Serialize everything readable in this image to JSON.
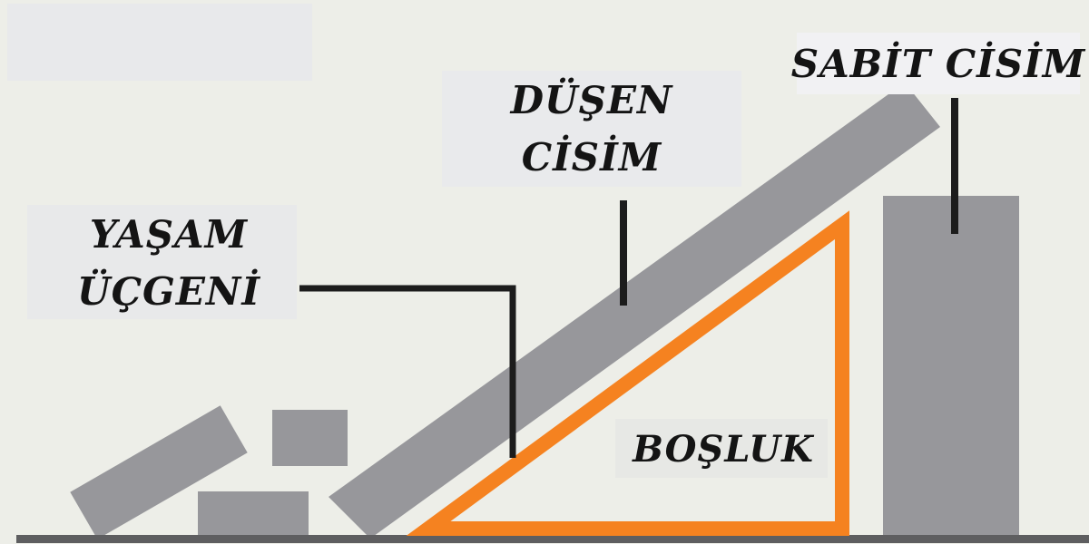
{
  "diagram": {
    "title_concept": "Yaşam Üçgeni (Triangle of Life) earthquake diagram",
    "labels": {
      "life_triangle": {
        "line1": "YAŞAM",
        "line2": "ÜÇGENİ"
      },
      "falling_object": {
        "line1": "DÜŞEN",
        "line2": "CİSİM"
      },
      "fixed_object": {
        "text": "SABİT CİSİM"
      },
      "void": {
        "text": "BOŞLUK"
      }
    },
    "colors": {
      "background": "#EDEEE8",
      "box_top_left": "#E8E9EB",
      "box_fixed": "#F1F1F3",
      "box_falling": "#E9EAEC",
      "box_life": "#E8E9EA",
      "box_void": "#E7E8E5",
      "structure_gray": "#97979B",
      "triangle_orange": "#F58220",
      "ground_dark": "#5E5E60",
      "pointer_black": "#1C1C1C",
      "text_black": "#141414"
    }
  }
}
